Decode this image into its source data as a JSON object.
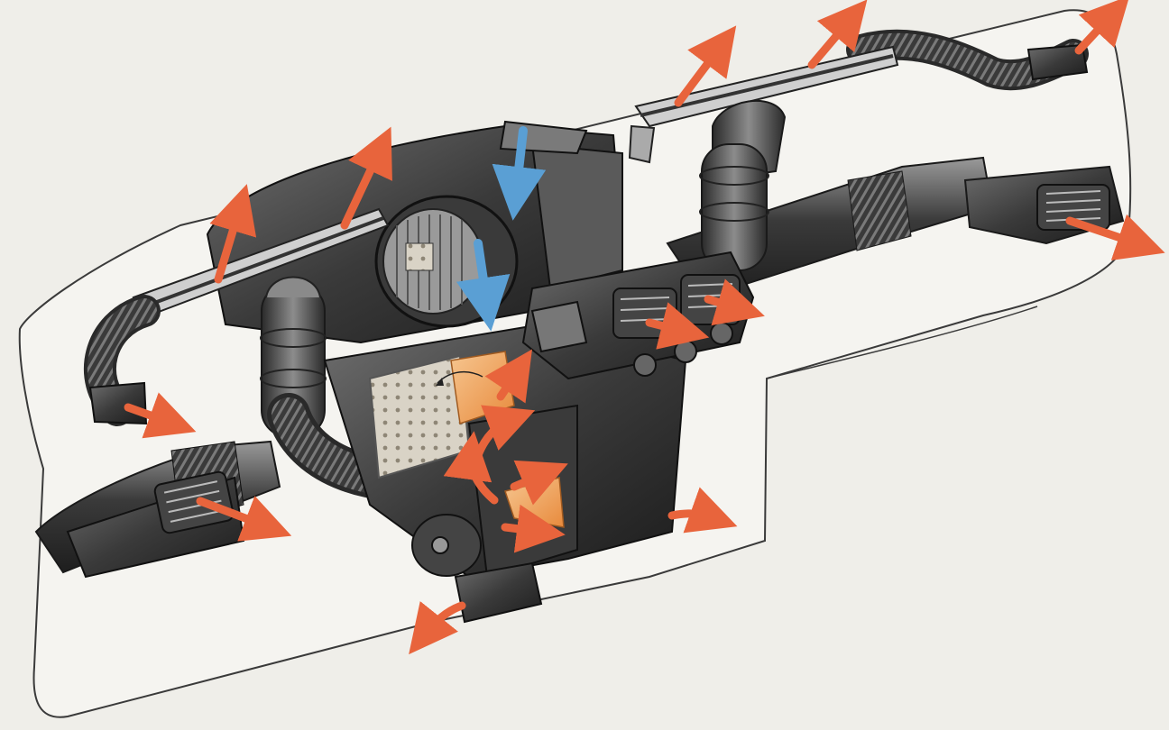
{
  "illustration": {
    "colors": {
      "background": "#efeee9",
      "dashboard_outline": "#3a3a3a",
      "duct_dark": "#2a2a2a",
      "duct_mid": "#555555",
      "duct_light": "#8a8a8a",
      "hot_air_arrow": "#e8643c",
      "cold_air_arrow": "#5a9fd4",
      "heater_core": "#d8d0c0",
      "flap_orange": "#f0a050"
    },
    "components": [
      "dashboard-outline",
      "blower-housing",
      "blower-fan",
      "heater-box",
      "heater-core",
      "left-windshield-vent",
      "right-windshield-vent",
      "left-side-hose",
      "right-side-hose",
      "left-face-vent",
      "right-face-vent",
      "center-vent-panel",
      "footwell-outlet"
    ],
    "airflow": {
      "hot_air_arrows": 17,
      "cold_air_arrows": 2
    }
  }
}
